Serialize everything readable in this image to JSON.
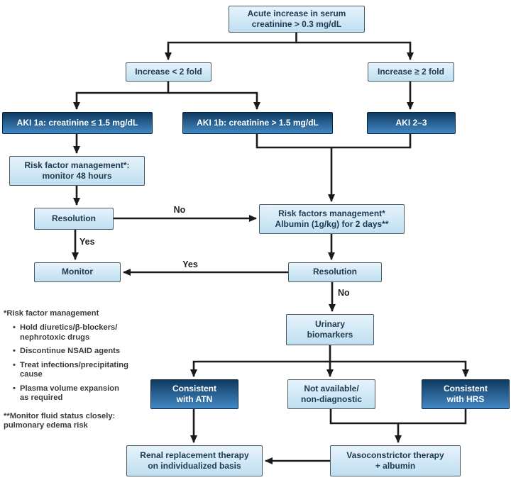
{
  "nodes": {
    "acute_increase": "Acute increase in serum\ncreatinine > 0.3 mg/dL",
    "increase_lt_2fold": "Increase < 2 fold",
    "increase_ge_2fold": "Increase ≥ 2 fold",
    "aki_1a": "AKI 1a: creatinine ≤ 1.5 mg/dL",
    "aki_1b": "AKI 1b: creatinine > 1.5 mg/dL",
    "aki_2_3": "AKI 2–3",
    "risk_factor_mgmt_48h": "Risk factor management*:\nmonitor 48 hours",
    "resolution_left": "Resolution",
    "risk_factors_mgmt_albumin": "Risk factors management*\nAlbumin (1g/kg) for 2 days**",
    "monitor": "Monitor",
    "resolution_right": "Resolution",
    "urinary_biomarkers": "Urinary\nbiomarkers",
    "consistent_atn": "Consistent\nwith ATN",
    "not_available": "Not available/\nnon-diagnostic",
    "consistent_hrs": "Consistent\nwith HRS",
    "renal_replacement": "Renal replacement therapy\non individualized basis",
    "vasoconstrictor": "Vasoconstrictor therapy\n+ albumin"
  },
  "edge_labels": {
    "no_left": "No",
    "yes_left": "Yes",
    "yes_mid": "Yes",
    "no_right": "No"
  },
  "footnotes": {
    "risk_title": "*Risk factor management",
    "bullet_marker": "•",
    "bullets": [
      "Hold diuretics/β-blockers/\nnephrotoxic drugs",
      "Discontinue NSAID agents",
      "Treat infections/precipitating\ncause",
      "Plasma volume expansion\nas required"
    ],
    "monitor_note": "**Monitor fluid status closely:\npulmonary edema risk"
  },
  "colors": {
    "dark_node_top": "#0e3a61",
    "dark_node_bottom": "#4389c4",
    "light_node_top": "#e6f3fb",
    "light_node_bottom": "#bfdff1",
    "line": "#1a1a1a"
  }
}
